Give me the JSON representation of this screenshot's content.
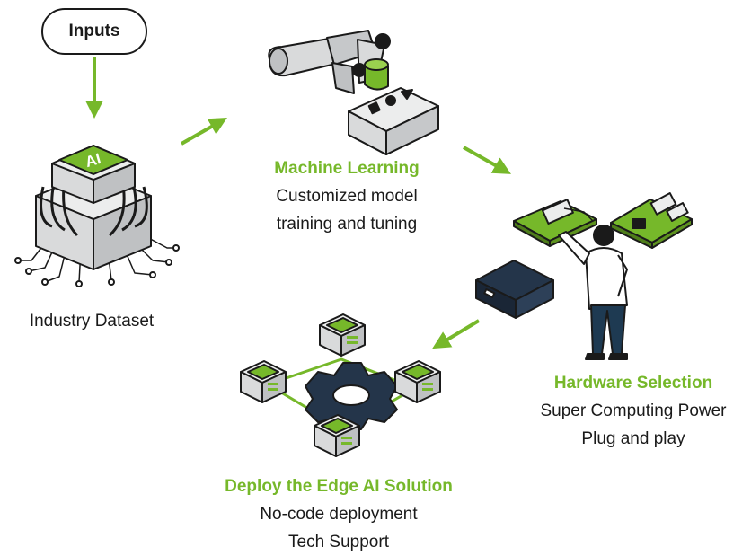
{
  "colors": {
    "accent": "#76b82a",
    "ink": "#1a1a1a",
    "panel": "#d9dadb"
  },
  "inputs": {
    "label": "Inputs"
  },
  "dataset": {
    "icon": "ai-chip-icon",
    "label": "Industry Dataset"
  },
  "machine_learning": {
    "icon": "robot-arm-icon",
    "title": "Machine Learning",
    "lines": [
      "Customized model",
      "training and tuning"
    ]
  },
  "hardware": {
    "icon": "hardware-engineer-icon",
    "title": "Hardware Selection",
    "lines": [
      "Super Computing Power",
      "Plug and play"
    ]
  },
  "deploy": {
    "icon": "edge-network-gear-icon",
    "title": "Deploy the Edge AI Solution",
    "lines": [
      "No-code deployment",
      "Tech Support"
    ]
  }
}
